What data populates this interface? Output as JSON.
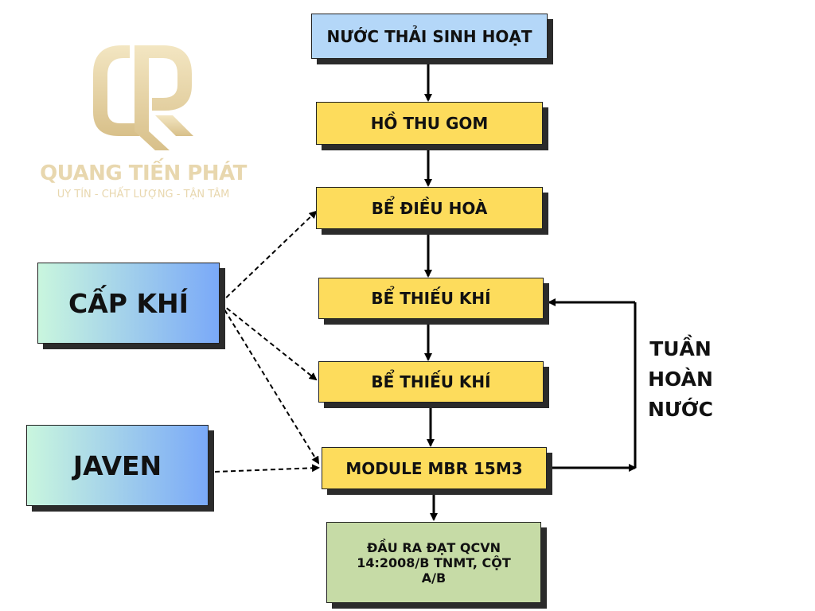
{
  "logo": {
    "brand": "QUANG TIẾN PHÁT",
    "slogan": "UY TÍN - CHẤT LƯỢNG - TẬN TÂM",
    "color": "#e8d7ae"
  },
  "process": {
    "source": "NƯỚC THẢI SINH HOẠT",
    "step1": "HỒ THU GOM",
    "step2": "BỂ ĐIỀU HOÀ",
    "step3": "BỂ THIẾU KHÍ",
    "step4": "BỂ THIẾU KHÍ",
    "step5": "MODULE MBR 15M3",
    "output": "ĐẦU RA ĐẠT QCVN 14:2008/B TNMT, CỘT A/B"
  },
  "inputs": {
    "air": "CẤP KHÍ",
    "javen": "JAVEN"
  },
  "recirculation": {
    "line1": "TUẦN",
    "line2": "HOÀN",
    "line3": "NƯỚC"
  },
  "colors": {
    "process_box": "#fddc5c",
    "source_box": "#b4d7f8",
    "output_box": "#c6dba6",
    "input_gradient_start": "#c9f6de",
    "input_gradient_end": "#7aa9f8"
  }
}
